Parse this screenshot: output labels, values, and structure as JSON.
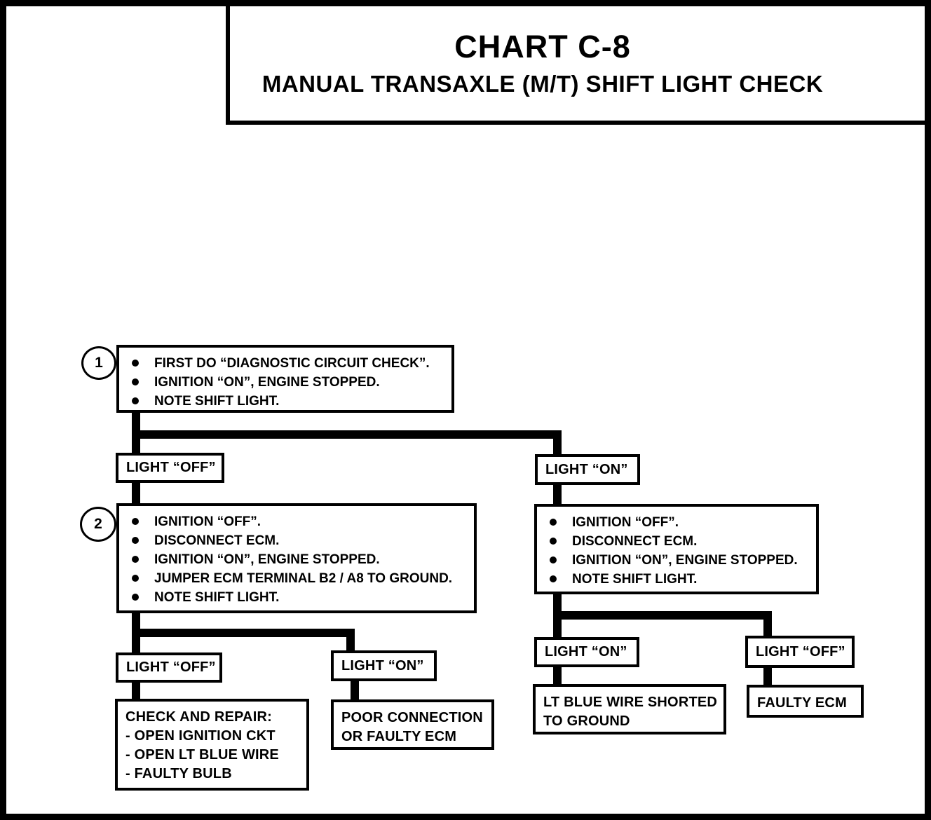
{
  "title": {
    "chart_label": "CHART C-8",
    "subtitle": "MANUAL TRANSAXLE (M/T) SHIFT LIGHT CHECK"
  },
  "nodes": {
    "step1": {
      "number": "1",
      "bullets": [
        "FIRST DO “DIAGNOSTIC CIRCUIT CHECK”.",
        "IGNITION “ON”, ENGINE STOPPED.",
        "NOTE SHIFT LIGHT."
      ]
    },
    "branch1_off": {
      "label": "LIGHT “OFF”"
    },
    "branch1_on": {
      "label": "LIGHT “ON”"
    },
    "step2": {
      "number": "2",
      "bullets": [
        "IGNITION “OFF”.",
        "DISCONNECT ECM.",
        "IGNITION “ON”, ENGINE STOPPED.",
        "JUMPER ECM TERMINAL B2 / A8 TO GROUND.",
        "NOTE SHIFT LIGHT."
      ]
    },
    "branch2_off": {
      "label": "LIGHT “OFF”"
    },
    "branch2_on": {
      "label": "LIGHT “ON”"
    },
    "check_repair": {
      "lines": [
        "CHECK AND REPAIR:",
        "- OPEN IGNITION CKT",
        "- OPEN LT BLUE WIRE",
        "- FAULTY BULB"
      ]
    },
    "poor_connection": {
      "lines": [
        "POOR CONNECTION",
        "OR FAULTY ECM"
      ]
    },
    "right_step": {
      "bullets": [
        "IGNITION “OFF”.",
        "DISCONNECT ECM.",
        "IGNITION “ON”, ENGINE STOPPED.",
        "NOTE SHIFT LIGHT."
      ]
    },
    "branch3_on": {
      "label": "LIGHT “ON”"
    },
    "branch3_off": {
      "label": "LIGHT “OFF”"
    },
    "lt_blue_shorted": {
      "lines": [
        "LT BLUE WIRE SHORTED",
        "TO GROUND"
      ]
    },
    "faulty_ecm": {
      "label": "FAULTY ECM"
    }
  }
}
